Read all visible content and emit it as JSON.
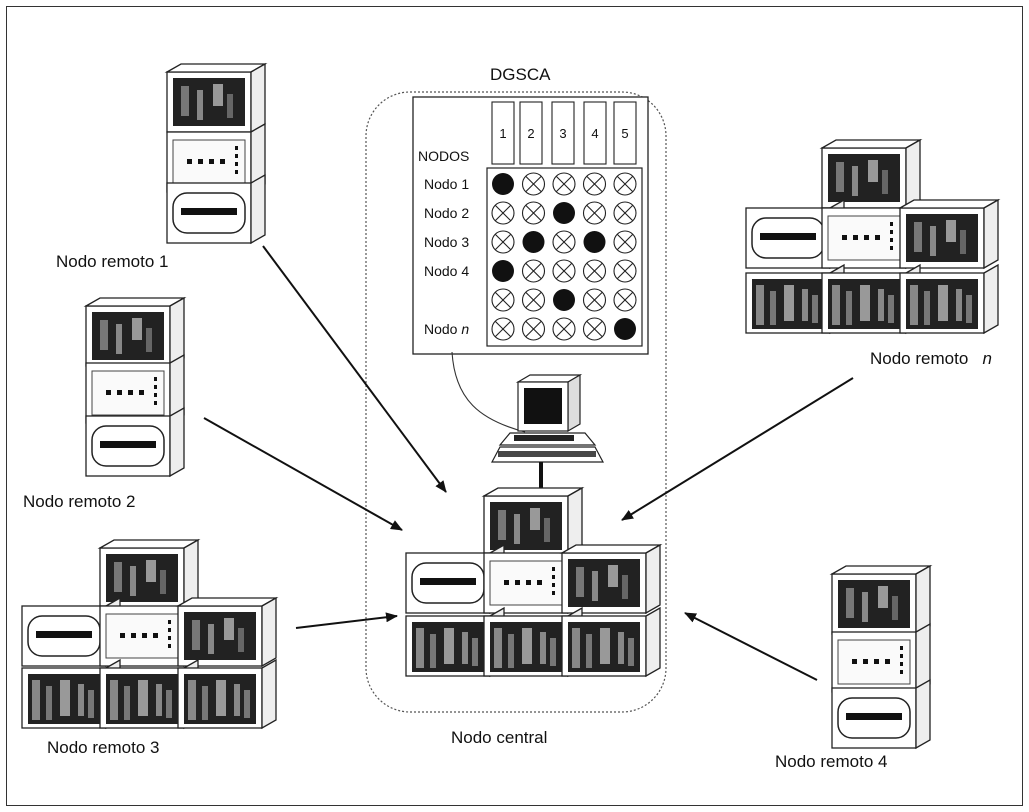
{
  "diagram": {
    "central_title": "DGSCA",
    "central_label": "Nodo central",
    "matrix": {
      "header": "NODOS",
      "columns": [
        "1",
        "2",
        "3",
        "4",
        "5"
      ],
      "rows": [
        {
          "label": "Nodo 1",
          "label_italic": "",
          "cells": [
            1,
            0,
            0,
            0,
            0
          ]
        },
        {
          "label": "Nodo 2",
          "label_italic": "",
          "cells": [
            0,
            0,
            1,
            0,
            0
          ]
        },
        {
          "label": "Nodo 3",
          "label_italic": "",
          "cells": [
            0,
            1,
            0,
            1,
            0
          ]
        },
        {
          "label": "Nodo 4",
          "label_italic": "",
          "cells": [
            1,
            0,
            0,
            0,
            0
          ]
        },
        {
          "label": "",
          "label_italic": "",
          "cells": [
            0,
            0,
            1,
            0,
            0
          ]
        },
        {
          "label": "Nodo ",
          "label_italic": "n",
          "cells": [
            0,
            0,
            0,
            0,
            1
          ]
        }
      ]
    },
    "remote_nodes": {
      "r1": "Nodo remoto 1",
      "r2": "Nodo remoto 2",
      "r3": "Nodo remoto 3",
      "r4": "Nodo remoto 4",
      "rn_prefix": "Nodo remoto",
      "rn_italic": "n"
    }
  }
}
